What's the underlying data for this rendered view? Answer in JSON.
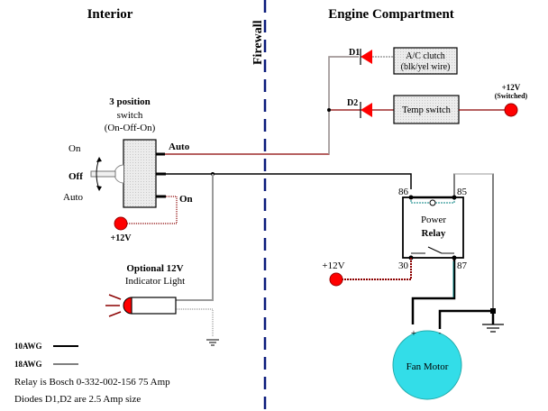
{
  "sections": {
    "interior": "Interior",
    "engine": "Engine Compartment",
    "firewall": "Firewall"
  },
  "switch": {
    "title_line1": "3 position",
    "title_line2": "switch",
    "title_line3": "(On-Off-On)",
    "pos_on": "On",
    "pos_off": "Off",
    "pos_auto": "Auto",
    "term_auto": "Auto",
    "term_on": "On"
  },
  "supplies": {
    "switch_supply": "+12V",
    "relay_supply": "+12V",
    "switched_supply_line1": "+12V",
    "switched_supply_line2": "(Switched)"
  },
  "diodes": {
    "d1": "D1",
    "d2": "D2"
  },
  "components": {
    "ac_clutch_line1": "A/C clutch",
    "ac_clutch_line2": "(blk/yel wire)",
    "temp_switch": "Temp switch",
    "relay_line1": "Power",
    "relay_line2": "Relay",
    "pin_86": "86",
    "pin_85": "85",
    "pin_30": "30",
    "pin_87": "87",
    "motor": "Fan Motor",
    "motor_plus": "+",
    "motor_minus": "-",
    "indicator_line1": "Optional 12V",
    "indicator_line2": "Indicator Light"
  },
  "legend": {
    "awg10": "10AWG",
    "awg18": "18AWG",
    "note_relay": "Relay is Bosch 0-332-002-156 75 Amp",
    "note_diodes": "Diodes D1,D2 are 2.5 Amp size"
  },
  "colors": {
    "firewall": "#0a1a7a",
    "red_wire": "#8b0000",
    "gray_wire": "#9a9a9a",
    "teal_wire": "#008080",
    "terminal_red": "#ff0000",
    "motor_fill": "#33dde8",
    "box_fill": "#e6e6e6"
  }
}
